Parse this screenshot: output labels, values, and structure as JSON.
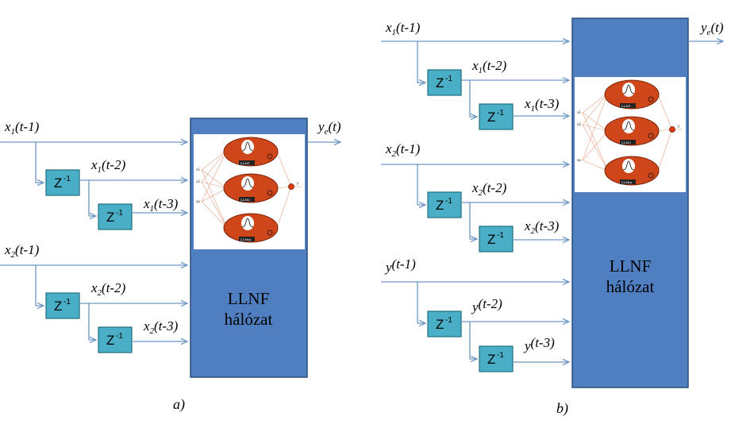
{
  "panel_a": {
    "inputs": [
      {
        "sig": "x",
        "sub": "1",
        "arg": "(t-1)"
      },
      {
        "sig": "x",
        "sub": "1",
        "arg": "(t-2)"
      },
      {
        "sig": "x",
        "sub": "1",
        "arg": "(t-3)"
      },
      {
        "sig": "x",
        "sub": "2",
        "arg": "(t-1)"
      },
      {
        "sig": "x",
        "sub": "2",
        "arg": "(t-2)"
      },
      {
        "sig": "x",
        "sub": "2",
        "arg": "(t-3)"
      }
    ],
    "delay_label": "Z",
    "delay_exp": "-1",
    "block_line1": "LLNF",
    "block_line2": "hálózat",
    "output": {
      "sig": "y",
      "sub": "e",
      "arg": "(t)"
    },
    "panel_label": "a)"
  },
  "panel_b": {
    "inputs": [
      {
        "sig": "x",
        "sub": "1",
        "arg": "(t-1)"
      },
      {
        "sig": "x",
        "sub": "1",
        "arg": "(t-2)"
      },
      {
        "sig": "x",
        "sub": "1",
        "arg": "(t-3)"
      },
      {
        "sig": "x",
        "sub": "2",
        "arg": "(t-1)"
      },
      {
        "sig": "x",
        "sub": "2",
        "arg": "(t-2)"
      },
      {
        "sig": "x",
        "sub": "2",
        "arg": "(t-3)"
      },
      {
        "sig": "y",
        "sub": "",
        "arg": "(t-1)"
      },
      {
        "sig": "y",
        "sub": "",
        "arg": "(t-2)"
      },
      {
        "sig": "y",
        "sub": "",
        "arg": "(t-3)"
      }
    ],
    "delay_label": "Z",
    "delay_exp": "-1",
    "block_line1": "LLNF",
    "block_line2": "hálózat",
    "output": {
      "sig": "y",
      "sub": "e",
      "arg": "(t)"
    },
    "panel_label": "b)"
  },
  "inset": {
    "neuron_labels": [
      "LLM1",
      "LLM2",
      "LLMm"
    ],
    "input_labels": [
      "x1",
      "x2",
      "xp"
    ],
    "output_label": "y"
  }
}
